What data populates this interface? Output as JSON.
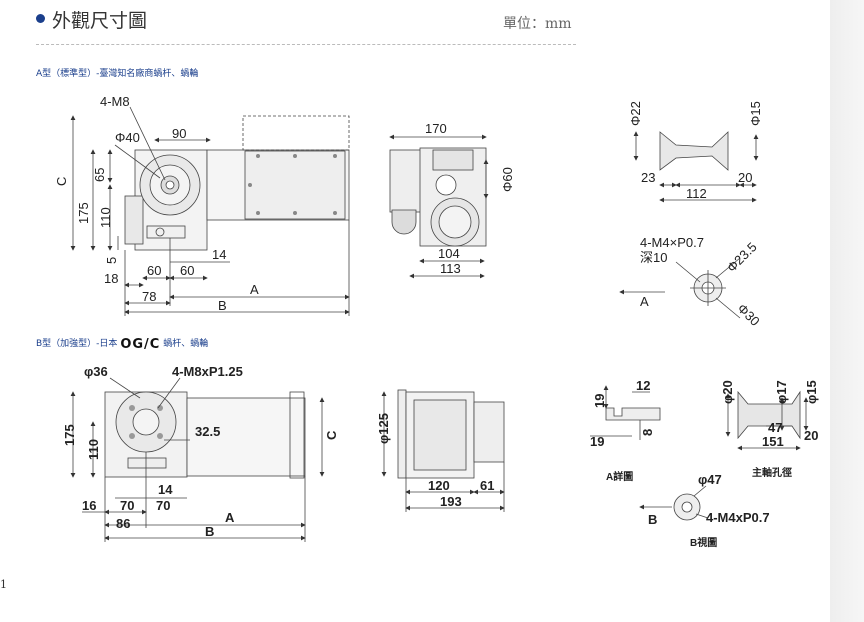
{
  "header": {
    "title": "外觀尺寸圖",
    "unit": "單位：mm"
  },
  "typeA": {
    "heading": "A型（標準型）-臺灣知名廠商蝸杆、蝸輪",
    "front": {
      "holes": "4-M8",
      "d1": "Φ40",
      "w90": "90",
      "c": "C",
      "h175": "175",
      "h65": "65",
      "h110": "110",
      "d5": "5",
      "d18": "18",
      "d60a": "60",
      "d60b": "60",
      "d14": "14",
      "d78": "78",
      "a": "A",
      "b": "B"
    },
    "side": {
      "w170": "170",
      "d60": "Φ60",
      "w104": "104",
      "w113": "113"
    },
    "shaft": {
      "d22": "Φ22",
      "d15": "Φ15",
      "l23": "23",
      "l20": "20",
      "l112": "112"
    },
    "face": {
      "holes": "4-M4×P0.7",
      "depth": "深10",
      "d235": "Φ23.5",
      "d30": "Φ30",
      "arrow": "A"
    }
  },
  "typeB": {
    "heading_prefix": "B型（加強型）-日本",
    "brand": "OG/C",
    "heading_suffix": "蝸杆、蝸輪",
    "front": {
      "d36": "φ36",
      "holes": "4-M8xP1.25",
      "d325": "32.5",
      "h175": "175",
      "h110": "110",
      "c": "C",
      "d14": "14",
      "d16": "16",
      "d70a": "70",
      "d70b": "70",
      "d86": "86",
      "a": "A",
      "b": "B"
    },
    "side": {
      "d125": "φ125",
      "w120": "120",
      "w61": "61",
      "w193": "193"
    },
    "detail": {
      "l12": "12",
      "l19a": "19",
      "l8": "8",
      "l19b": "19",
      "caption": "A詳圖"
    },
    "shaft": {
      "d20": "φ20",
      "d17": "φ17",
      "d15": "φ15",
      "l47": "47",
      "l151": "151",
      "l20": "20",
      "caption": "主軸孔徑"
    },
    "view": {
      "d47": "φ47",
      "holes": "4-M4xP0.7",
      "arrow": "B",
      "caption": "B視圖"
    }
  },
  "footer": {
    "page_no": "1"
  }
}
